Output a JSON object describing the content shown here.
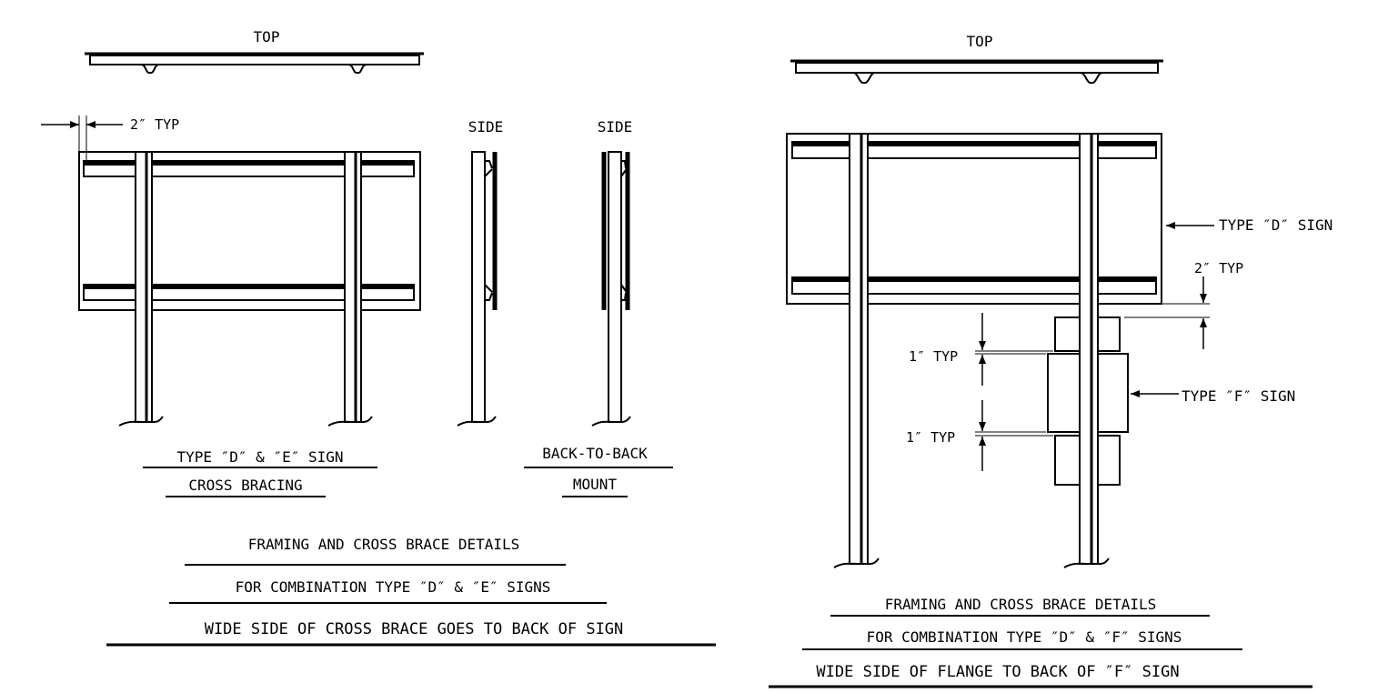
{
  "left": {
    "top_label": "TOP",
    "side_label_1": "SIDE",
    "side_label_2": "SIDE",
    "dim_2in": "2″ TYP",
    "caption_cross_bracing_1": "TYPE ″D″ & ″E″ SIGN",
    "caption_cross_bracing_2": "CROSS BRACING",
    "caption_back_to_back_1": "BACK-TO-BACK",
    "caption_back_to_back_2": "MOUNT",
    "title_1": "FRAMING AND CROSS BRACE DETAILS",
    "title_2": "FOR COMBINATION TYPE ″D″ & ″E″ SIGNS",
    "title_3": "WIDE SIDE OF CROSS BRACE GOES TO BACK OF SIGN"
  },
  "right": {
    "top_label": "TOP",
    "type_d_sign": "TYPE ″D″ SIGN",
    "dim_2in": "2″ TYP",
    "dim_1in_a": "1″ TYP",
    "dim_1in_b": "1″ TYP",
    "type_f_sign": "TYPE ″F″ SIGN",
    "title_1": "FRAMING AND CROSS BRACE DETAILS",
    "title_2": "FOR COMBINATION TYPE ″D″ & ″F″ SIGNS",
    "title_3": "WIDE SIDE OF FLANGE TO BACK OF ″F″ SIGN"
  }
}
